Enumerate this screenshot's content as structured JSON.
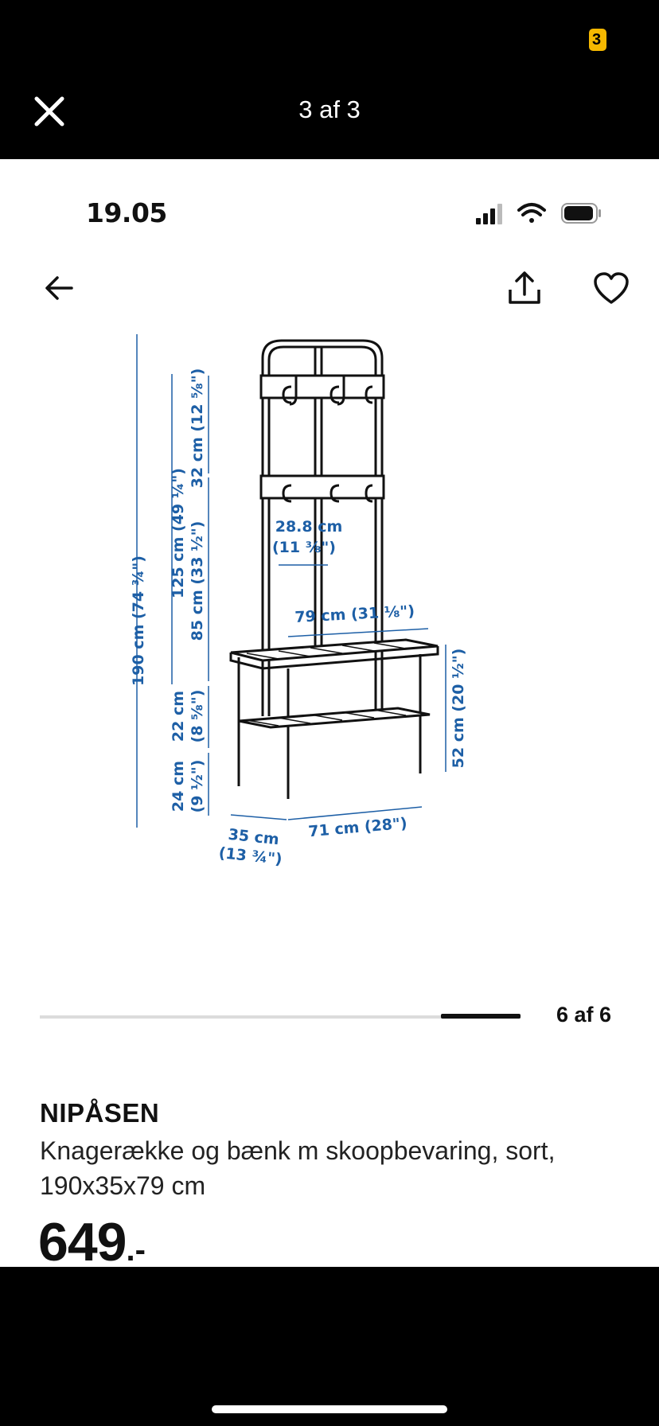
{
  "viewer": {
    "badge_text": "3",
    "counter": "3 af 3"
  },
  "screenshot": {
    "status_bar": {
      "time": "19.05"
    },
    "drawing": {
      "dims": {
        "total_height": "190 cm (74 ¾\")",
        "rail_height": "125 cm (49 ¼\")",
        "hook_gap": "32 cm (12 ⅝\")",
        "lower_rail": "85 cm (33 ½\")",
        "hook_spacing_cm": "28.8 cm",
        "hook_spacing_in": "(11 ⅜\")",
        "bench_width": "79 cm (31 ⅛\")",
        "shelf_gap_cm": "22 cm",
        "shelf_gap_in": "(8 ⅝\")",
        "bottom_cm": "24 cm",
        "bottom_in": "(9 ½\")",
        "bench_height": "52 cm (20 ½\")",
        "depth_cm": "35 cm",
        "depth_in": "(13 ¾\")",
        "base_width": "71 cm (28\")"
      }
    },
    "carousel": {
      "count": "6 af 6",
      "position": 1.0
    },
    "product": {
      "brand": "NIPÅSEN",
      "description": "Knagerække og bænk m skoopbevaring, sort, 190x35x79 cm",
      "price": "649",
      "price_suffix": ".-"
    }
  },
  "colors": {
    "dimension": "#1d5fa6",
    "accent_badge": "#f5b800"
  }
}
